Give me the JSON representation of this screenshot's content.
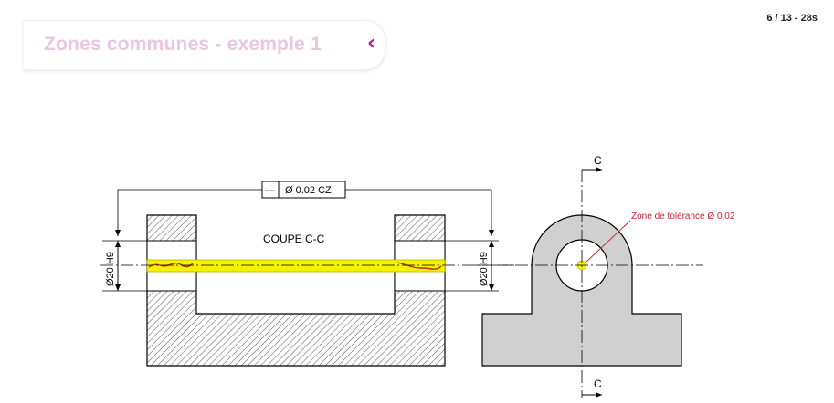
{
  "slide": {
    "title": "Zones communes - exemple 1",
    "chevron": "‹",
    "counter": "6 / 13 - 28s"
  },
  "drawing": {
    "section_label": "COUPE C-C",
    "tolerance_frame": {
      "symbol": "—",
      "value": "Ø 0.02 CZ"
    },
    "left_dimension": "Ø20 H9",
    "right_dimension": "Ø20 H9",
    "cut_label_top": "C",
    "cut_label_bottom": "C",
    "annotation": "Zone de tolérance Ø 0,02",
    "colors": {
      "tolerance_zone": "#f5f200",
      "annotation": "#c0272d",
      "part_fill": "#d0d0d0",
      "hatch": "#444444"
    }
  }
}
